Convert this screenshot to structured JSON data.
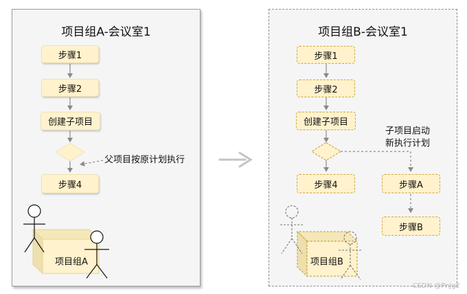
{
  "left_panel": {
    "title": "项目组A-会议室1",
    "steps": [
      "步骤1",
      "步骤2",
      "创建子项目",
      "步骤4"
    ],
    "decision_label": "父项目按原计划执行",
    "box_label": "项目组A"
  },
  "right_panel": {
    "title": "项目组B-会议室1",
    "steps": [
      "步骤1",
      "步骤2",
      "创建子项目",
      "步骤4"
    ],
    "branch_label_line1": "子项目启动",
    "branch_label_line2": "新执行计划",
    "branch_steps": [
      "步骤A",
      "步骤B"
    ],
    "box_label": "项目组B"
  },
  "watermark": "CSDN @PnJg2",
  "colors": {
    "panel_fill": "#f5f5f5",
    "node_fill": "#fff2cc",
    "dashed_border": "#c9a94a",
    "arrow": "#8a8a8a"
  }
}
